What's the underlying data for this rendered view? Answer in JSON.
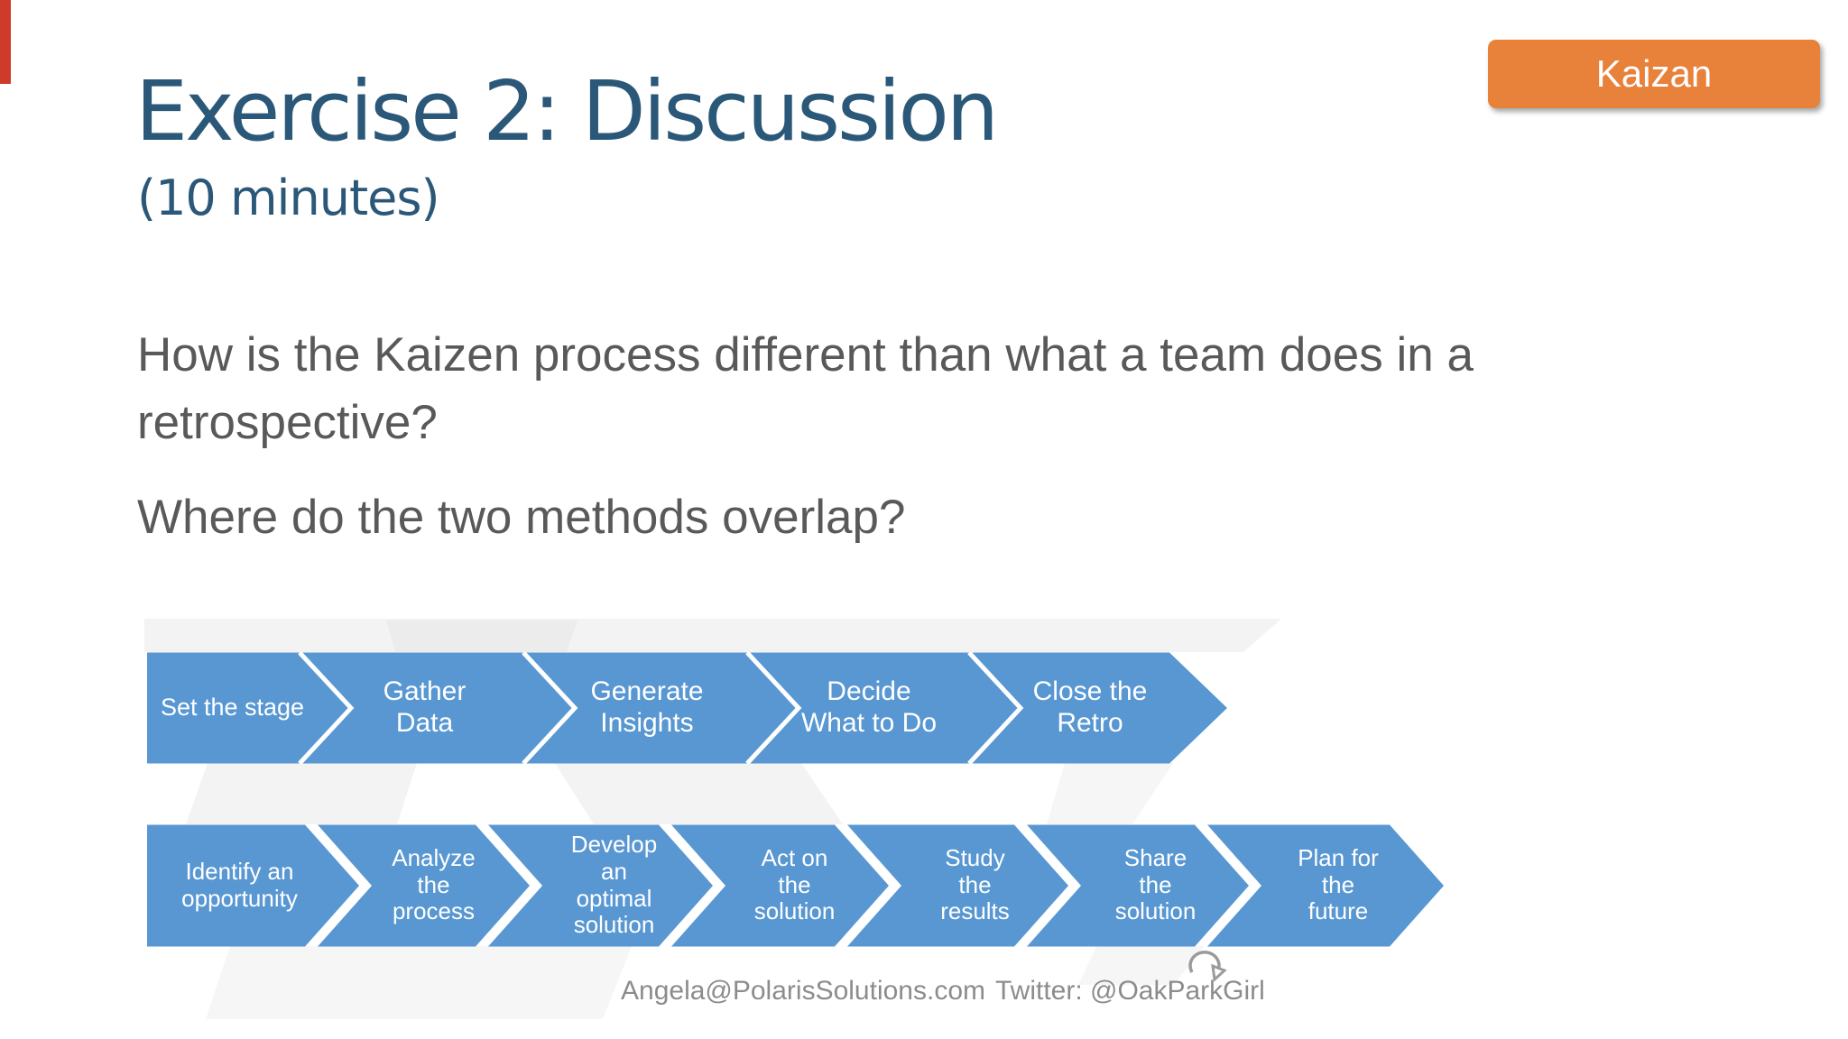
{
  "accent_bar": {
    "color": "#ce3b28"
  },
  "kaizen_button": {
    "label": "Kaizan",
    "color": "#e8813a"
  },
  "title": {
    "heading": "Exercise 2: Discussion",
    "subheading": "(10 minutes)"
  },
  "questions": {
    "q1_lines": [
      "How is the Kaizen process different than what a team does in a",
      "retrospective?"
    ],
    "q2_lines": [
      "Where do the two methods overlap?"
    ]
  },
  "colors": {
    "chevron_blue": "#5897d2",
    "title_blue": "#2b5878",
    "body_gray": "#595959",
    "footer_gray": "#8c8c8c"
  },
  "retro_process": {
    "stages": [
      {
        "lines": [
          "Set the stage"
        ]
      },
      {
        "lines": [
          "Gather",
          "Data"
        ]
      },
      {
        "lines": [
          "Generate",
          "Insights"
        ]
      },
      {
        "lines": [
          "Decide",
          "What to Do"
        ]
      },
      {
        "lines": [
          "Close the",
          "Retro"
        ]
      }
    ]
  },
  "kaizen_process": {
    "stages": [
      {
        "lines": [
          "Identify an",
          "opportunity"
        ]
      },
      {
        "lines": [
          "Analyze",
          "the",
          "process"
        ]
      },
      {
        "lines": [
          "Develop",
          "an",
          "optimal",
          "solution"
        ]
      },
      {
        "lines": [
          "Act on",
          "the",
          "solution"
        ]
      },
      {
        "lines": [
          "Study",
          "the",
          "results"
        ]
      },
      {
        "lines": [
          "Share",
          "the",
          "solution"
        ]
      },
      {
        "lines": [
          "Plan for",
          "the",
          "future"
        ]
      }
    ]
  },
  "footer": {
    "email": "Angela@PolarisSolutions.com",
    "twitter": "Twitter: @OakParkGirl"
  },
  "icons": {
    "rotate_icon": "circular-arrow"
  }
}
